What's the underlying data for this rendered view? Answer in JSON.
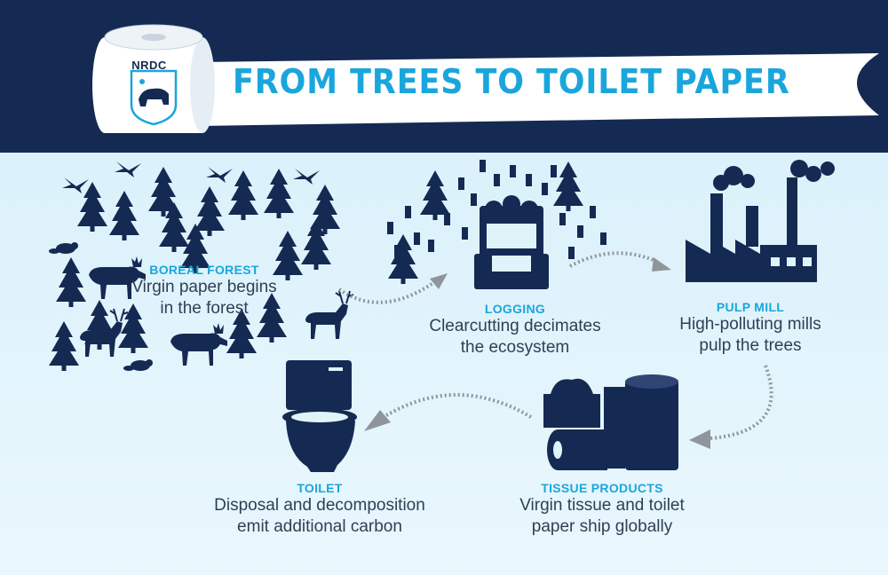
{
  "header": {
    "title": "FROM TREES TO TOILET PAPER",
    "logo_text": "NRDC"
  },
  "colors": {
    "navy": "#152a52",
    "accent": "#1aa6dc",
    "background": "#dff3fb",
    "text": "#2f3f55",
    "arrow": "#8f959b"
  },
  "stages": [
    {
      "key": "boreal-forest",
      "title": "BOREAL FOREST",
      "lines": [
        "Virgin paper begins",
        "in the forest"
      ],
      "icon": "forest-icon"
    },
    {
      "key": "logging",
      "title": "LOGGING",
      "lines": [
        "Clearcutting decimates",
        "the ecosystem"
      ],
      "icon": "logging-truck-icon"
    },
    {
      "key": "pulp-mill",
      "title": "PULP MILL",
      "lines": [
        "High-polluting mills",
        "pulp the trees"
      ],
      "icon": "factory-icon"
    },
    {
      "key": "tissue-products",
      "title": "TISSUE PRODUCTS",
      "lines": [
        "Virgin tissue and toilet",
        "paper ship globally"
      ],
      "icon": "tissue-products-icon"
    },
    {
      "key": "toilet",
      "title": "TOILET",
      "lines": [
        "Disposal and decomposition",
        "emit additional carbon"
      ],
      "icon": "toilet-icon"
    }
  ]
}
